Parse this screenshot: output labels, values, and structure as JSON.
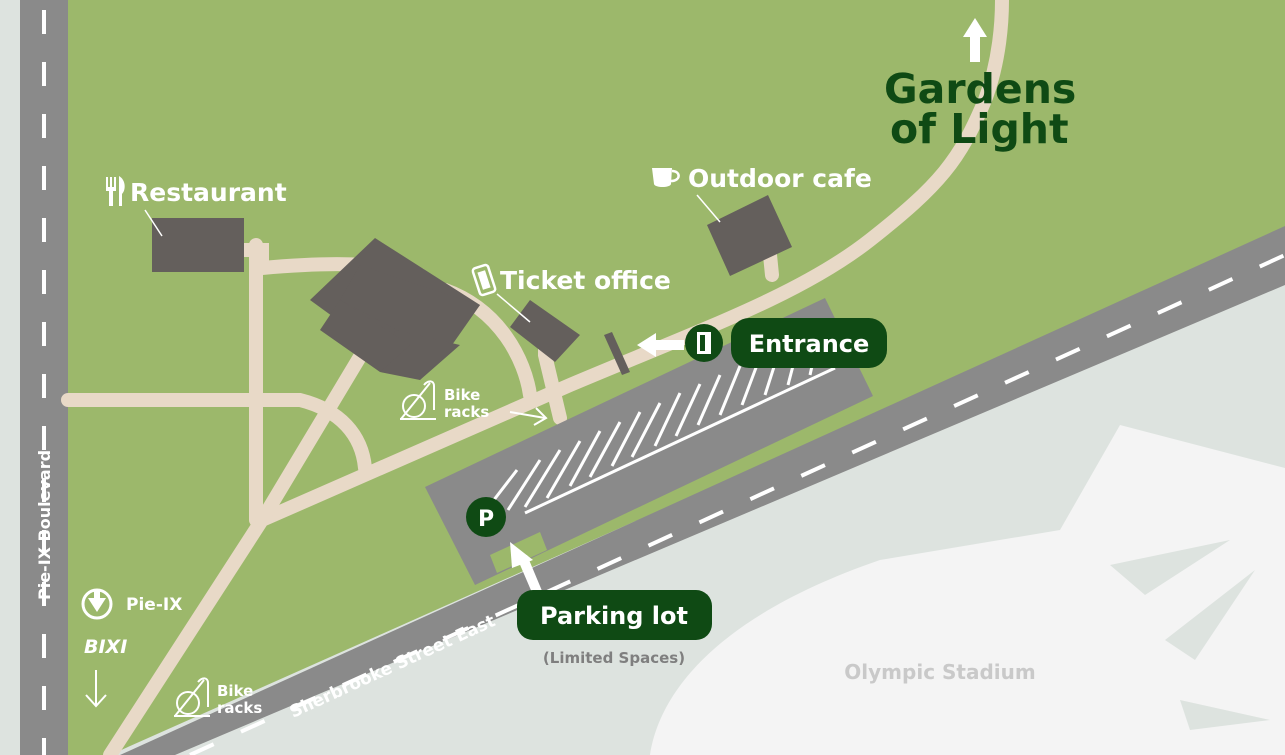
{
  "labels": {
    "restaurant": "Restaurant",
    "outdoor_cafe": "Outdoor cafe",
    "ticket_office": "Ticket office",
    "entrance": "Entrance",
    "gardens_line1": "Gardens",
    "gardens_line2": "of Light",
    "bike_line1": "Bike",
    "bike_line2": "racks",
    "parking_symbol": "P",
    "parking_lot": "Parking lot",
    "limited_spaces": "(Limited Spaces)",
    "olympic_stadium": "Olympic Stadium",
    "sherbrooke": "Sherbrooke Street East",
    "pie_ix_boulevard": "Pie-IX Boulevard",
    "pie_ix_metro": "Pie-IX",
    "bixi": "BIXI"
  },
  "colors": {
    "grass": "#9cb86b",
    "road": "#8a8a8a",
    "road_edge": "#6b6b6b",
    "path": "#e8d9c7",
    "building": "#645f5c",
    "label_dark_green": "#0f4a14",
    "stadium": "#f4f4f4",
    "ground_light": "#dde3df"
  },
  "icons": [
    "fork-knife-icon",
    "coffee-cup-icon",
    "ticket-icon",
    "door-icon",
    "arrow-up-icon",
    "arrow-left-icon",
    "arrow-down-icon",
    "bike-rack-icon",
    "metro-icon",
    "bixi-logo"
  ]
}
